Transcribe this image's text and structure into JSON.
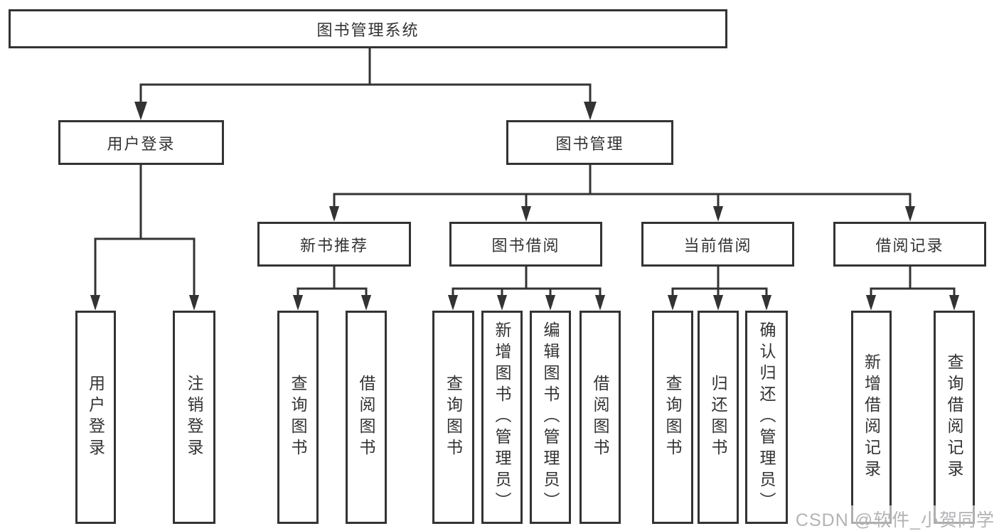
{
  "diagram": {
    "root": "图书管理系统",
    "nodes": [
      {
        "label": "用户登录",
        "children": [
          {
            "label": "用户登录"
          },
          {
            "label": "注销登录"
          }
        ]
      },
      {
        "label": "图书管理",
        "children": [
          {
            "label": "新书推荐",
            "children": [
              {
                "label": "查询图书"
              },
              {
                "label": "借阅图书"
              }
            ]
          },
          {
            "label": "图书借阅",
            "children": [
              {
                "label": "查询图书"
              },
              {
                "label": "新增图书（管理员）"
              },
              {
                "label": "编辑图书（管理员）"
              },
              {
                "label": "借阅图书"
              }
            ]
          },
          {
            "label": "当前借阅",
            "children": [
              {
                "label": "查询图书"
              },
              {
                "label": "归还图书"
              },
              {
                "label": "确认归还（管理员）"
              }
            ]
          },
          {
            "label": "借阅记录",
            "children": [
              {
                "label": "新增借阅记录"
              },
              {
                "label": "查询借阅记录"
              }
            ]
          }
        ]
      }
    ]
  },
  "watermark": "CSDN @软件_小贺同学",
  "colors": {
    "line": "#333333",
    "text": "#333333",
    "box_background": "#ffffff",
    "watermark": "#b3b3b6",
    "background": "#ffffff"
  }
}
